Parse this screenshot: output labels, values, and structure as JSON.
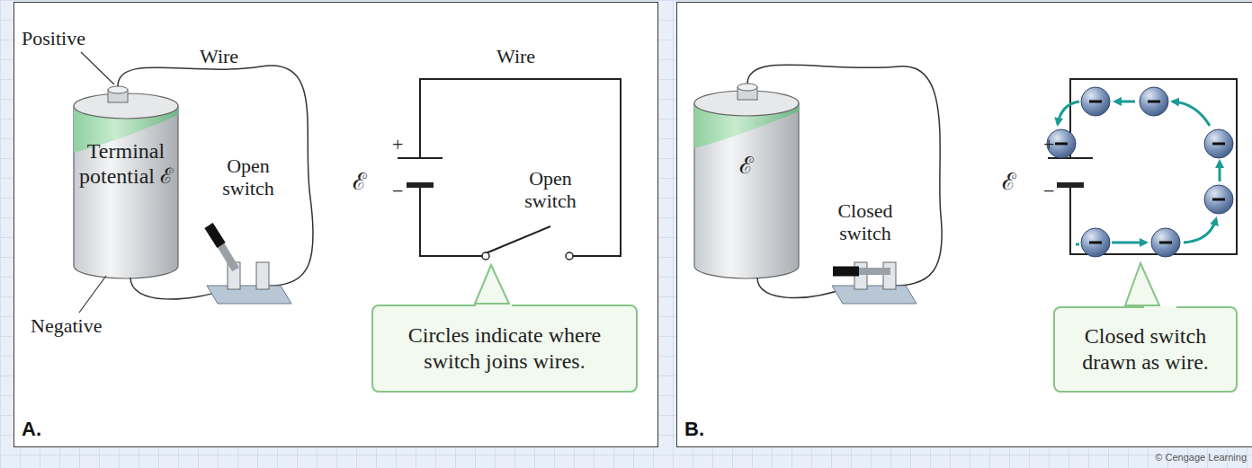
{
  "diagram": {
    "nodes": [
      {
        "text": [
          "A."
        ]
      },
      {
        "text": [
          "Circles indicate where switch joins wires."
        ],
        "in": 0
      },
      {
        "text": [
          "B."
        ]
      },
      {
        "text": [
          "Closed switch drawn as wire."
        ],
        "in": 2
      }
    ],
    "labels": [
      "Positive",
      "Wire",
      "Terminal potential ℰ",
      "Open switch",
      "Negative",
      "Wire",
      "ℰ",
      "+",
      "−",
      "Open switch",
      "ℰ",
      "Closed switch",
      "ℰ",
      "+",
      "−",
      "© Cengage Learning"
    ]
  }
}
